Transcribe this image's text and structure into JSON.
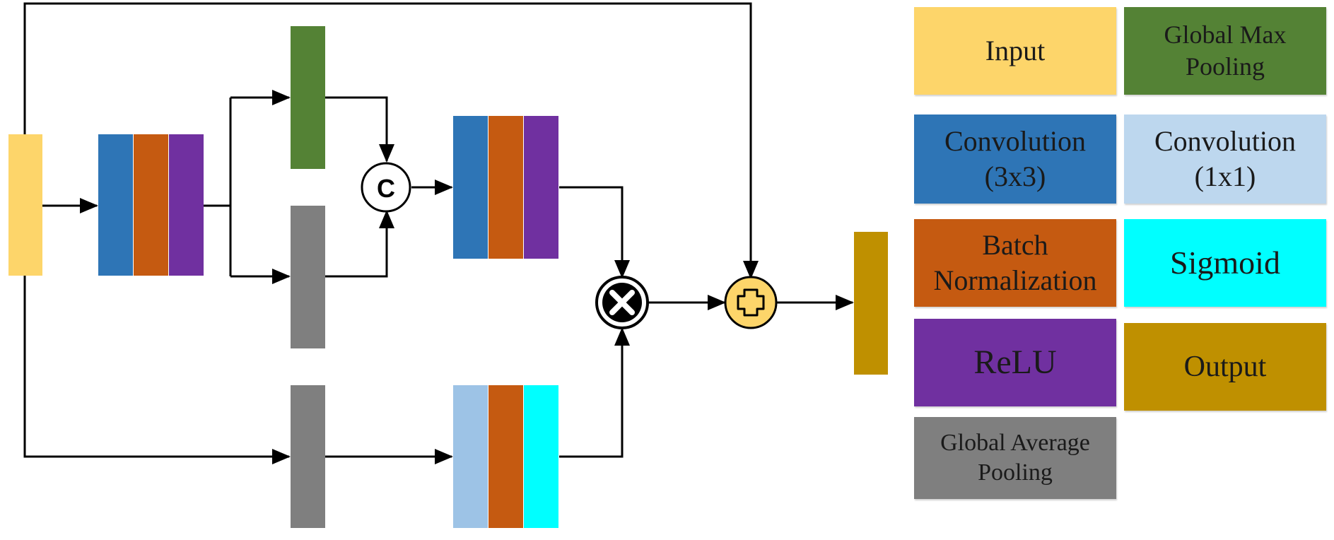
{
  "colors": {
    "input": "#FDD56A",
    "global_max_pooling": "#548235",
    "conv3x3": "#2E75B6",
    "conv1x1": "#9DC3E6",
    "batch_norm": "#C55A11",
    "sigmoid": "#00FFFF",
    "relu": "#7030A0",
    "output": "#BF9000",
    "global_avg_pooling": "#7F7F7F",
    "line": "#000000"
  },
  "nodes": {
    "concat_label": "C",
    "multiply_symbol": "×",
    "add_symbol": "+"
  },
  "legend": {
    "input": "Input",
    "global_max_pooling": "Global Max\nPooling",
    "conv3x3": "Convolution\n(3x3)",
    "conv1x1": "Convolution\n(1x1)",
    "batch_norm": "Batch\nNormalization",
    "sigmoid": "Sigmoid",
    "relu": "ReLU",
    "output": "Output",
    "global_avg_pooling": "Global Average\nPooling"
  }
}
